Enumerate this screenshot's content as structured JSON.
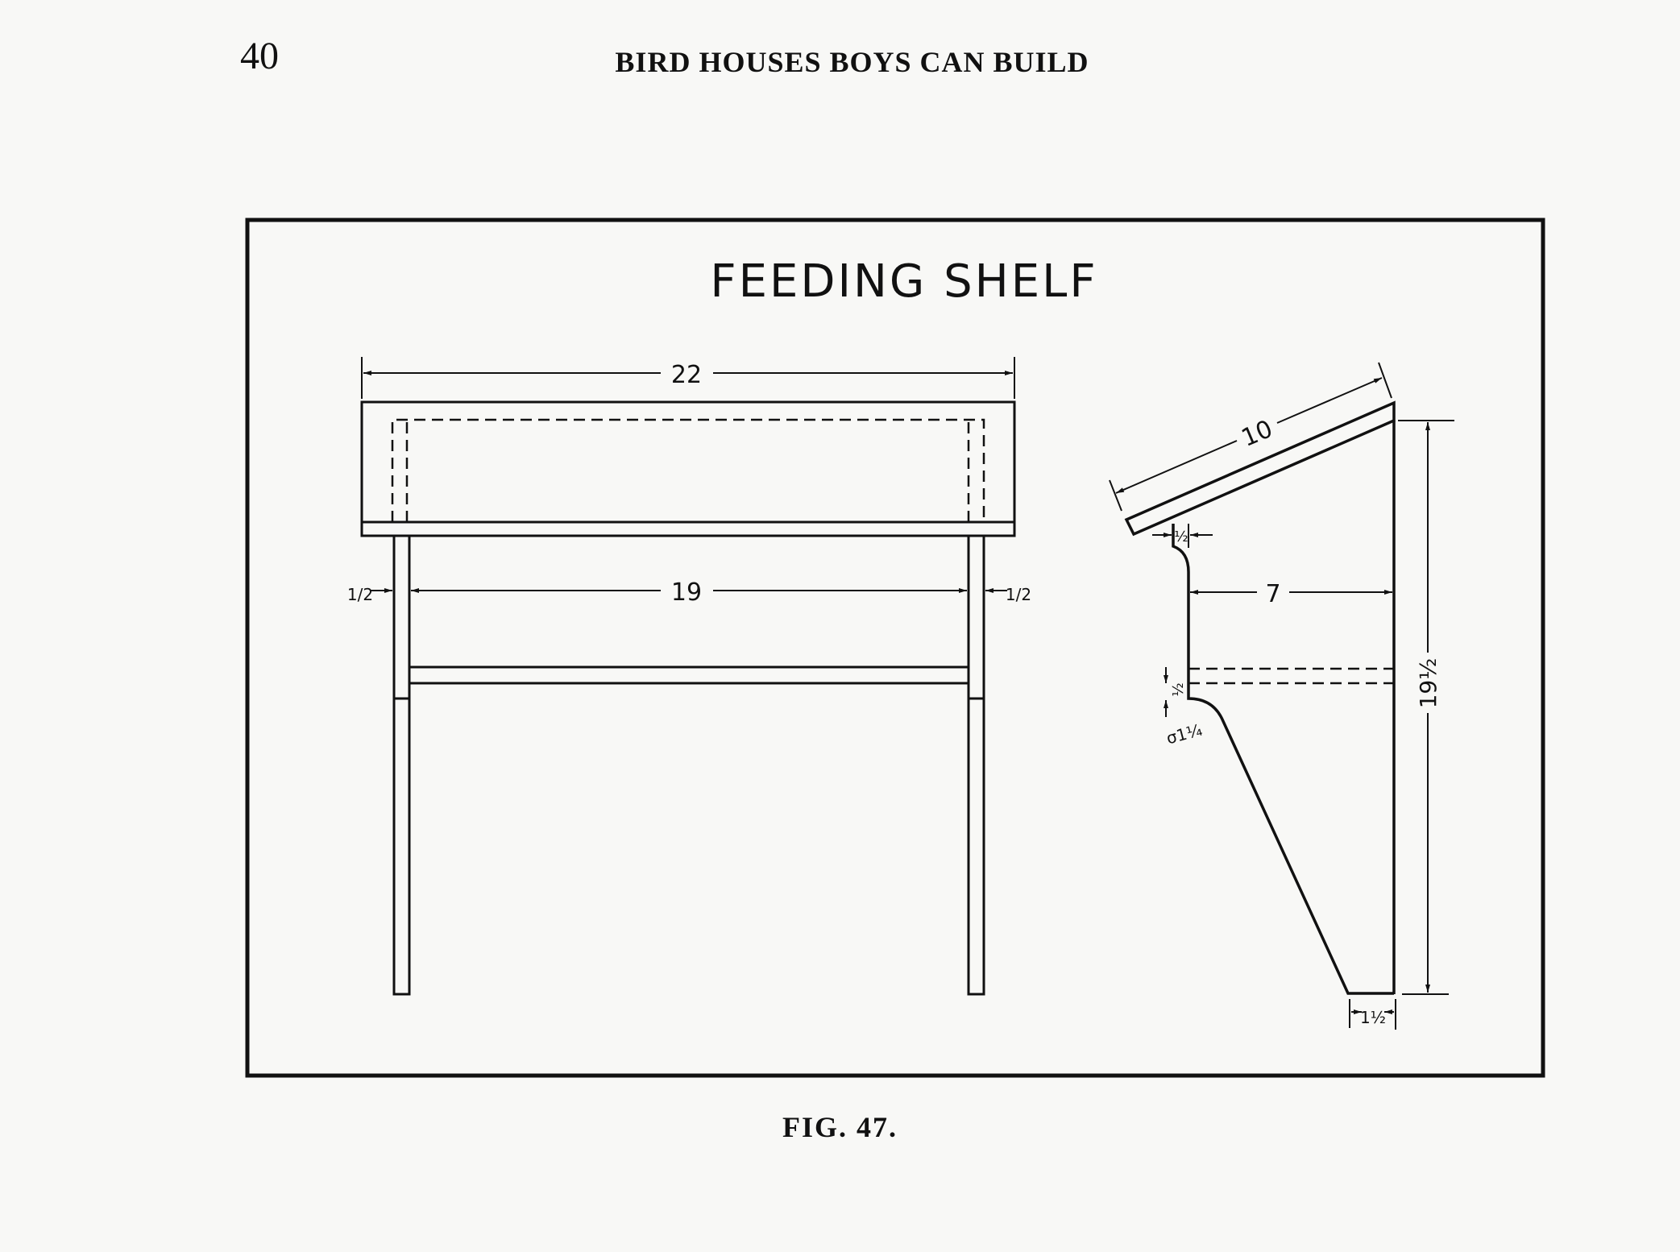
{
  "page_number": "40",
  "running_head": "BIRD HOUSES BOYS CAN BUILD",
  "figure": {
    "title": "FEEDING SHELF",
    "caption": "FIG. 47.",
    "front_view": {
      "overall_width": "22",
      "inner_width": "19",
      "left_leg": "1/2",
      "right_leg": "1/2"
    },
    "side_view": {
      "roof_length": "10",
      "depth": "7",
      "height": "19½",
      "top_tab": "½",
      "shelf_thickness": "½",
      "radius": "σ1¼",
      "bottom_width": "1½"
    }
  }
}
